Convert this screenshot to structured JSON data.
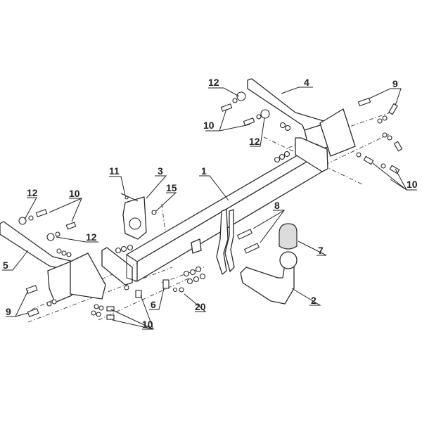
{
  "title": "Tow bar exploded assembly diagram",
  "callouts": {
    "c12a": "12",
    "c4": "4",
    "c9a": "9",
    "c10a": "10",
    "c12b": "12",
    "c10b": "10",
    "c11": "11",
    "c3": "3",
    "c15": "15",
    "c1": "1",
    "c12c": "12",
    "c10c": "10",
    "c12d": "12",
    "c8": "8",
    "c7": "7",
    "c5": "5",
    "c9b": "9",
    "c6": "6",
    "c20": "20",
    "c2": "2",
    "c10d": "10"
  }
}
